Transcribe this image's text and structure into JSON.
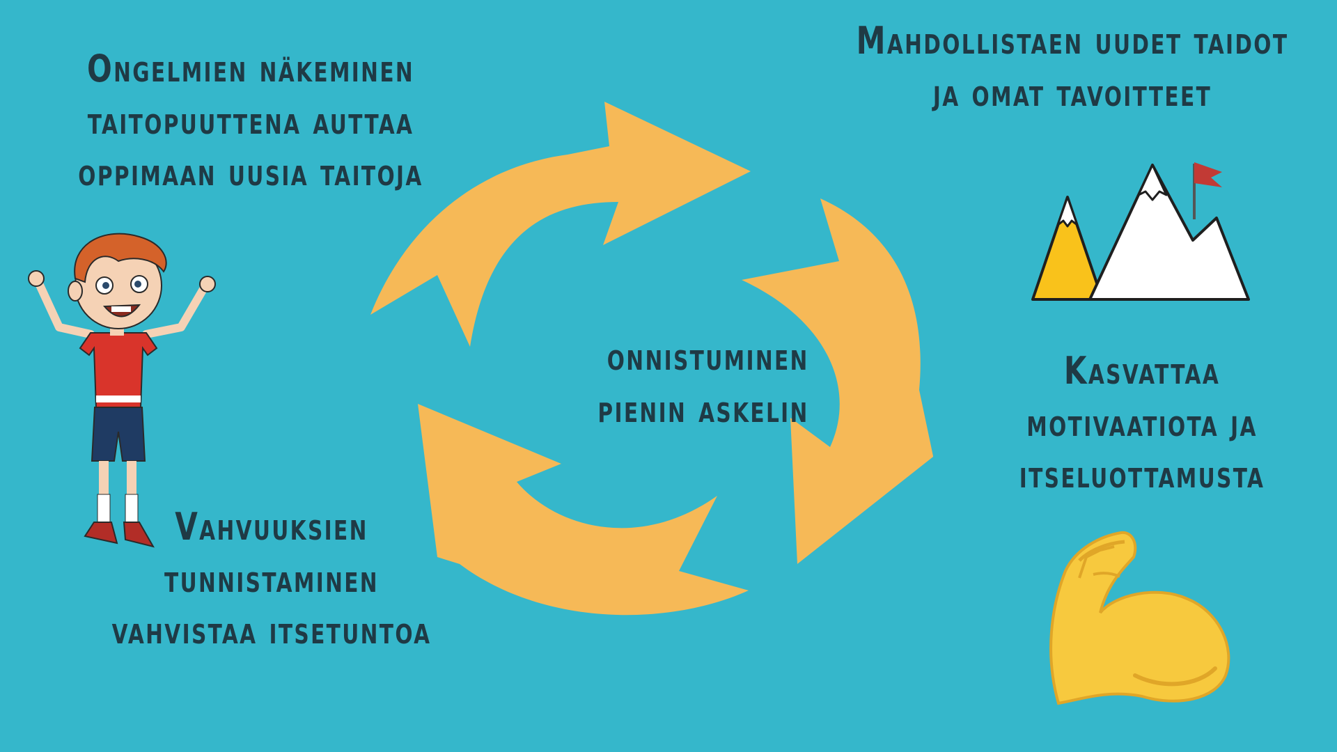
{
  "diagram": {
    "center": {
      "lines": [
        "onnistuminen",
        "pienin askelin"
      ]
    },
    "steps": [
      {
        "id": "problems",
        "lines": [
          "Ongelmien näkeminen",
          "taitopuuttena auttaa",
          "oppimaan uusia taitoja"
        ]
      },
      {
        "id": "skills",
        "lines": [
          "Mahdollistaen uudet taidot",
          "ja  omat tavoitteet"
        ]
      },
      {
        "id": "motivation",
        "lines": [
          "Kasvattaa",
          "motivaatiota ja",
          "itseluottamusta"
        ]
      },
      {
        "id": "strengths",
        "lines": [
          "Vahvuuksien",
          "tunnistaminen",
          "vahvistaa itsetuntoa"
        ]
      }
    ]
  },
  "colors": {
    "background": "#35b7cb",
    "arrow": "#f6b957",
    "text": "#1f3a45"
  },
  "icons": {
    "boy": "cheering-boy-illustration",
    "mountains": "mountains-with-flag-icon",
    "muscle": "flexed-biceps-icon"
  }
}
